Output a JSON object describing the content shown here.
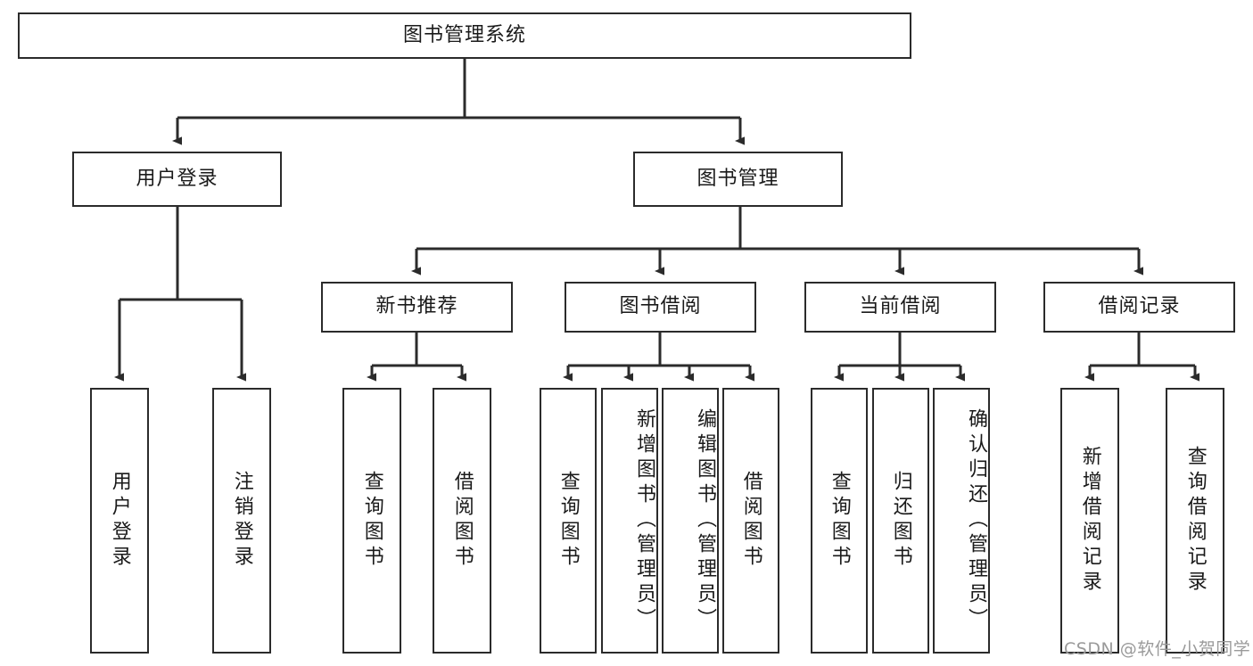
{
  "diagram": {
    "type": "hierarchy-tree",
    "title": "图书管理系统",
    "levels": 4,
    "root": {
      "id": "root",
      "label": "图书管理系统",
      "orientation": "horizontal"
    },
    "level2": [
      {
        "id": "user-login",
        "label": "用户登录",
        "orientation": "horizontal"
      },
      {
        "id": "book-manage",
        "label": "图书管理",
        "orientation": "horizontal"
      }
    ],
    "level3": [
      {
        "id": "new-book-recommend",
        "label": "新书推荐",
        "orientation": "horizontal",
        "parent": "book-manage"
      },
      {
        "id": "book-borrow",
        "label": "图书借阅",
        "orientation": "horizontal",
        "parent": "book-manage"
      },
      {
        "id": "current-borrow",
        "label": "当前借阅",
        "orientation": "horizontal",
        "parent": "book-manage"
      },
      {
        "id": "borrow-record",
        "label": "借阅记录",
        "orientation": "horizontal",
        "parent": "book-manage"
      }
    ],
    "leaves": [
      {
        "id": "leaf-user-login",
        "label": "用户登录",
        "parent": "user-login",
        "orientation": "vertical"
      },
      {
        "id": "leaf-user-logout",
        "label": "注销登录",
        "parent": "user-login",
        "orientation": "vertical"
      },
      {
        "id": "leaf-query-book-1",
        "label": "查询图书",
        "parent": "new-book-recommend",
        "orientation": "vertical"
      },
      {
        "id": "leaf-borrow-book-1",
        "label": "借阅图书",
        "parent": "new-book-recommend",
        "orientation": "vertical"
      },
      {
        "id": "leaf-query-book-2",
        "label": "查询图书",
        "parent": "book-borrow",
        "orientation": "vertical"
      },
      {
        "id": "leaf-add-book",
        "label": "新增图书（管理员）",
        "parent": "book-borrow",
        "orientation": "vertical"
      },
      {
        "id": "leaf-edit-book",
        "label": "编辑图书（管理员）",
        "parent": "book-borrow",
        "orientation": "vertical"
      },
      {
        "id": "leaf-borrow-book-2",
        "label": "借阅图书",
        "parent": "book-borrow",
        "orientation": "vertical"
      },
      {
        "id": "leaf-query-book-3",
        "label": "查询图书",
        "parent": "current-borrow",
        "orientation": "vertical"
      },
      {
        "id": "leaf-return-book",
        "label": "归还图书",
        "parent": "current-borrow",
        "orientation": "vertical"
      },
      {
        "id": "leaf-confirm-return",
        "label": "确认归还（管理员）",
        "parent": "current-borrow",
        "orientation": "vertical"
      },
      {
        "id": "leaf-add-record",
        "label": "新增借阅记录",
        "parent": "borrow-record",
        "orientation": "vertical"
      },
      {
        "id": "leaf-query-record",
        "label": "查询借阅记录",
        "parent": "borrow-record",
        "orientation": "vertical"
      }
    ]
  },
  "watermark": {
    "text": "CSDN @软件_小贺同学"
  },
  "colors": {
    "box_border": "#2b2b2b",
    "box_fill": "#ffffff",
    "edge": "#2b2b2b",
    "text": "#1a1a1a",
    "watermark": "#9a9a9a",
    "background": "#ffffff"
  }
}
